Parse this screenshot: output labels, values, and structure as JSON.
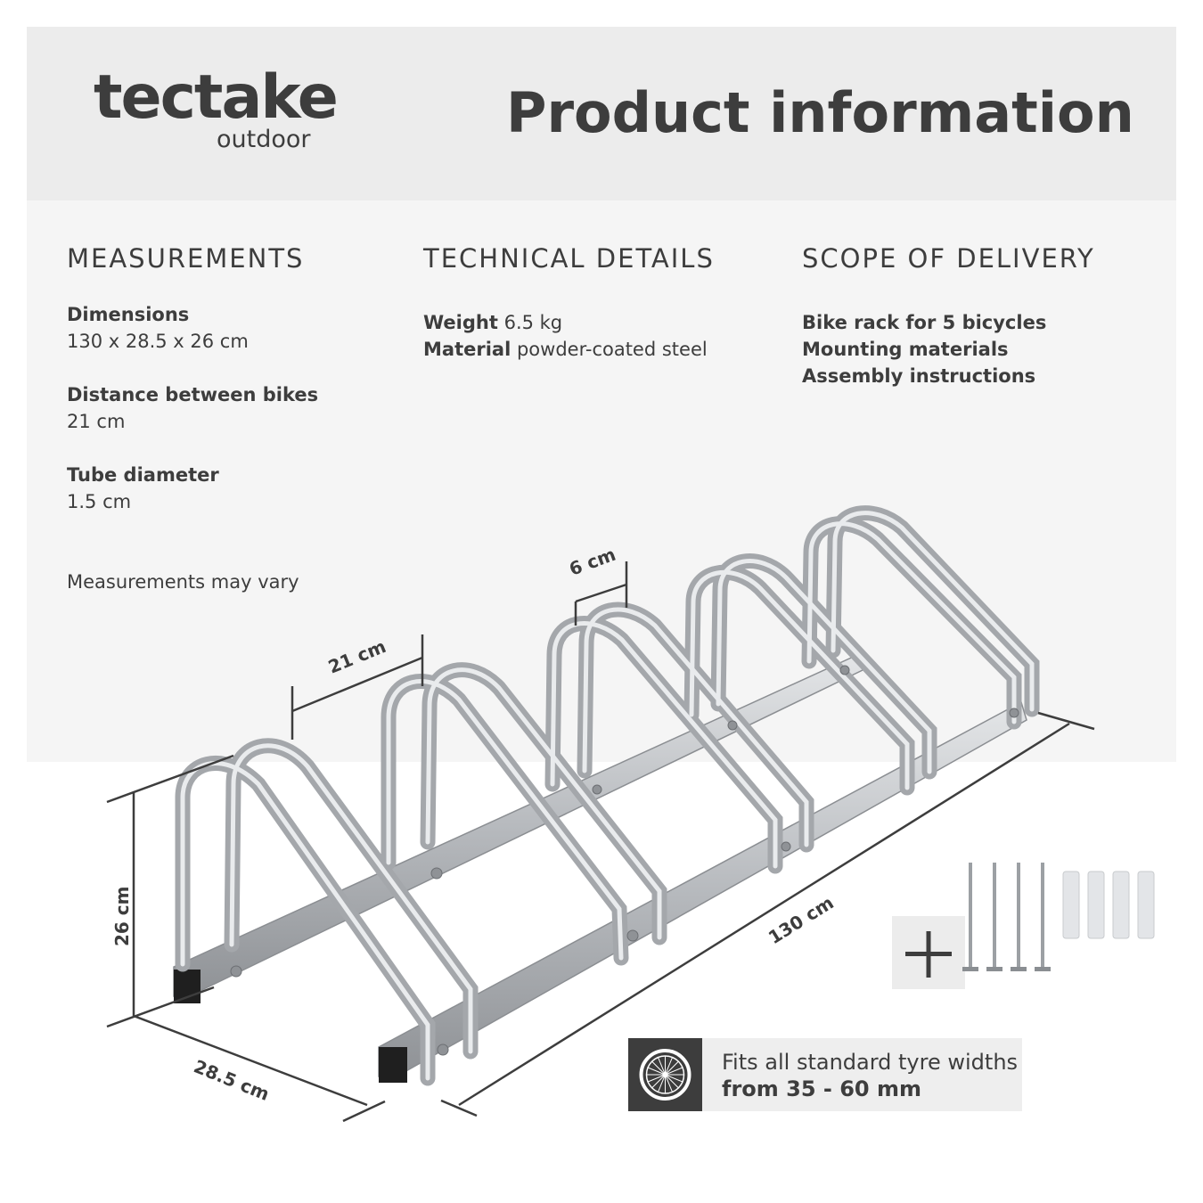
{
  "brand": {
    "name": "tectake",
    "sub": "outdoor"
  },
  "title": "Product information",
  "measurements": {
    "heading": "MEASUREMENTS",
    "items": [
      {
        "label": "Dimensions",
        "value": "130 x 28.5 x 26 cm"
      },
      {
        "label": "Distance between bikes",
        "value": "21 cm"
      },
      {
        "label": "Tube diameter",
        "value": "1.5 cm"
      }
    ],
    "note": "Measurements may vary"
  },
  "technical": {
    "heading": "TECHNICAL DETAILS",
    "items": [
      {
        "label": "Weight",
        "value": "6.5 kg"
      },
      {
        "label": "Material",
        "value": "powder-coated steel"
      }
    ]
  },
  "delivery": {
    "heading": "SCOPE OF DELIVERY",
    "items": [
      "Bike rack for 5 bicycles",
      "Mounting materials",
      "Assembly instructions"
    ]
  },
  "dimension_labels": {
    "spacing": "21 cm",
    "tube": "6 cm",
    "height": "26 cm",
    "depth": "28.5 cm",
    "length": "130 cm"
  },
  "badge": {
    "icon": "wheel-icon",
    "line1": "Fits all standard tyre widths",
    "line2": "from 35 - 60 mm"
  },
  "extras": {
    "plus_icon": "plus-icon",
    "screws": 4,
    "dowels": 4
  },
  "colors": {
    "text": "#3d3d3d",
    "header_bg": "#ececec",
    "panel_bg": "#f5f5f5",
    "steel": "#b9bcc0"
  }
}
